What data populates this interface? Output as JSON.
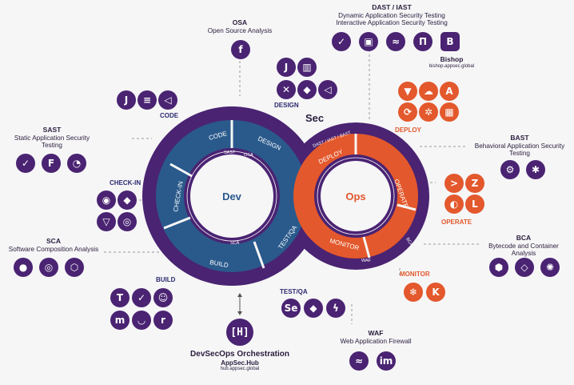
{
  "loop": {
    "sec": "Sec",
    "dev": "Dev",
    "ops": "Ops",
    "stages": {
      "code": "CODE",
      "design": "DESIGN",
      "checkin": "CHECK-IN",
      "build": "BUILD",
      "testqa": "TEST/QA",
      "deploy": "DEPLOY",
      "operate": "OPERATE",
      "monitor": "MONITOR"
    },
    "inner": {
      "sast": "SAST",
      "osa": "OSA",
      "sca": "SCA",
      "dast": "DAST / IAST / BAST",
      "bca": "BCA",
      "waf": "WAF"
    }
  },
  "labels": {
    "osa": {
      "title": "OSA",
      "sub": "Open Source Analysis"
    },
    "dast": {
      "title": "DAST / IAST",
      "sub1": "Dynamic Application Security Testing",
      "sub2": "Interactive Application Security Testing"
    },
    "bishop": {
      "title": "Bishop",
      "sub": "bishop.appsec.global"
    },
    "sast": {
      "title": "SAST",
      "sub1": "Static Application Security",
      "sub2": "Testing"
    },
    "bast": {
      "title": "BAST",
      "sub1": "Behavioral Application Security",
      "sub2": "Testing"
    },
    "sca": {
      "title": "SCA",
      "sub": "Software Composition Analysis"
    },
    "bca": {
      "title": "BCA",
      "sub1": "Bytecode and Container",
      "sub2": "Analysis"
    },
    "waf": {
      "title": "WAF",
      "sub": "Web Application Firewall"
    },
    "orch": {
      "title": "DevSecOps Orchestration",
      "sub": "AppSec.Hub",
      "url": "hub.appsec.global"
    }
  },
  "groups": {
    "code": "CODE",
    "design": "DESIGN",
    "deploy": "DEPLOY",
    "checkin": "CHECK-IN",
    "operate": "OPERATE",
    "build": "BUILD",
    "testqa": "TEST/QA",
    "monitor": "MONITOR"
  },
  "hub_icon": "[H]",
  "colors": {
    "purple": "#4a2372",
    "blue": "#2a5a8c",
    "orange": "#e3582c",
    "dark": "#2a1d3d"
  }
}
